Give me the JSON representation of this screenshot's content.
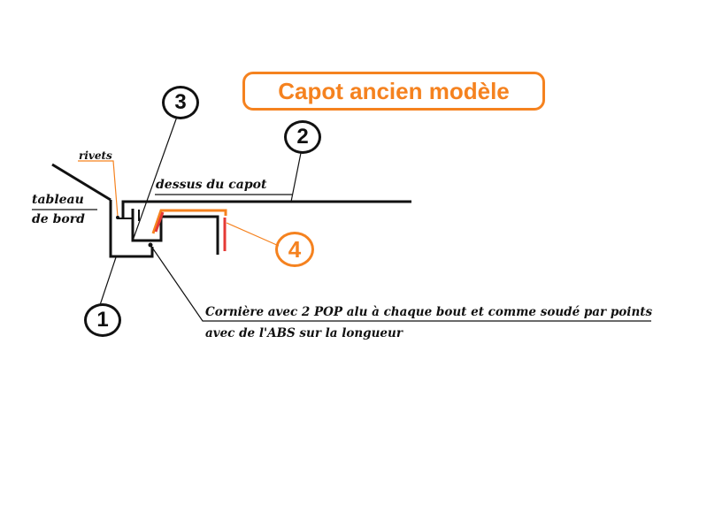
{
  "title": "Capot ancien modèle",
  "labels": {
    "rivets": "rivets",
    "tableau_line1": "tableau",
    "tableau_line2": "de bord",
    "dessus": "dessus du capot",
    "corniere_line1": "Cornière avec 2 POP alu à chaque bout et comme soudé par points",
    "corniere_line2": "avec de l'ABS sur la longueur"
  },
  "numbers": [
    "1",
    "2",
    "3",
    "4"
  ],
  "colors": {
    "accent": "#f5821f",
    "red": "#e53935",
    "ink": "#111111"
  }
}
